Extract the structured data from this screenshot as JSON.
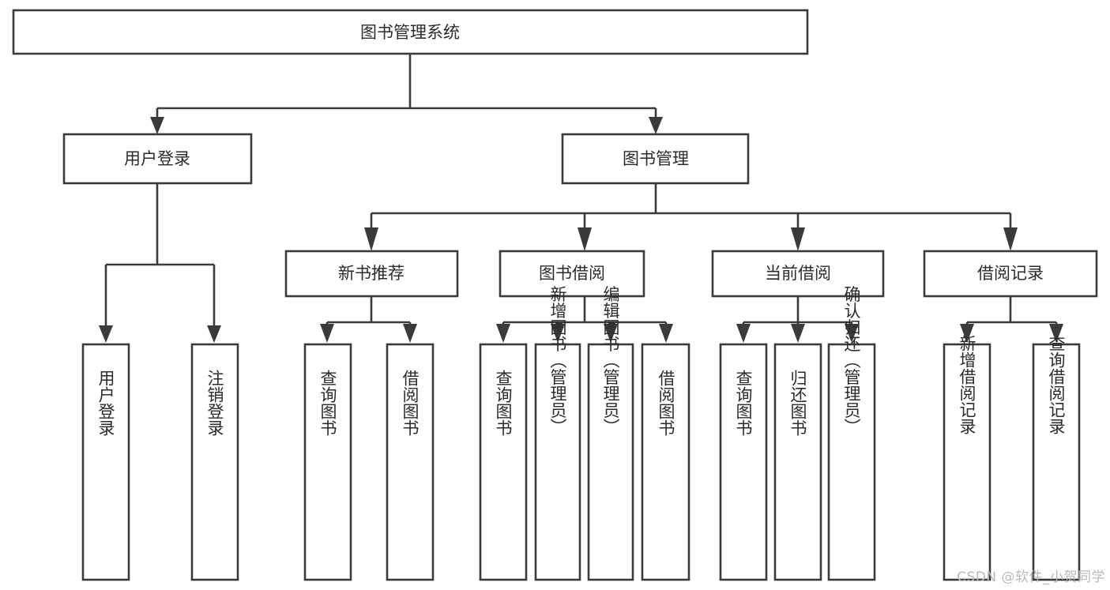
{
  "diagram": {
    "type": "tree-hierarchy-chart",
    "title": "图书管理系统",
    "orientation": "top-down",
    "colors": {
      "box_stroke": "#3a3a3a",
      "box_fill": "#ffffff",
      "text": "#2b2b2b",
      "connector": "#3a3a3a",
      "background": "#ffffff",
      "watermark": "#b9b9b9"
    },
    "levels": {
      "root": {
        "label": "图书管理系统"
      },
      "level2": [
        {
          "label": "用户登录"
        },
        {
          "label": "图书管理"
        }
      ],
      "level3": [
        {
          "label": "新书推荐"
        },
        {
          "label": "图书借阅"
        },
        {
          "label": "当前借阅"
        },
        {
          "label": "借阅记录"
        }
      ],
      "leaves": {
        "user_login": [
          {
            "label": "用户登录"
          },
          {
            "label": "注销登录"
          }
        ],
        "new_book_recommend": [
          {
            "label": "查询图书"
          },
          {
            "label": "借阅图书"
          }
        ],
        "book_borrow": [
          {
            "label": "查询图书"
          },
          {
            "label": "新增图书（管理员）"
          },
          {
            "label": "编辑图书（管理员）"
          },
          {
            "label": "借阅图书"
          }
        ],
        "current_borrow": [
          {
            "label": "查询图书"
          },
          {
            "label": "归还图书"
          },
          {
            "label": "确认归还（管理员）"
          }
        ],
        "borrow_record": [
          {
            "label": "新增借阅记录"
          },
          {
            "label": "查询借阅记录"
          }
        ]
      }
    },
    "watermark": "CSDN @软件_小贺同学"
  }
}
